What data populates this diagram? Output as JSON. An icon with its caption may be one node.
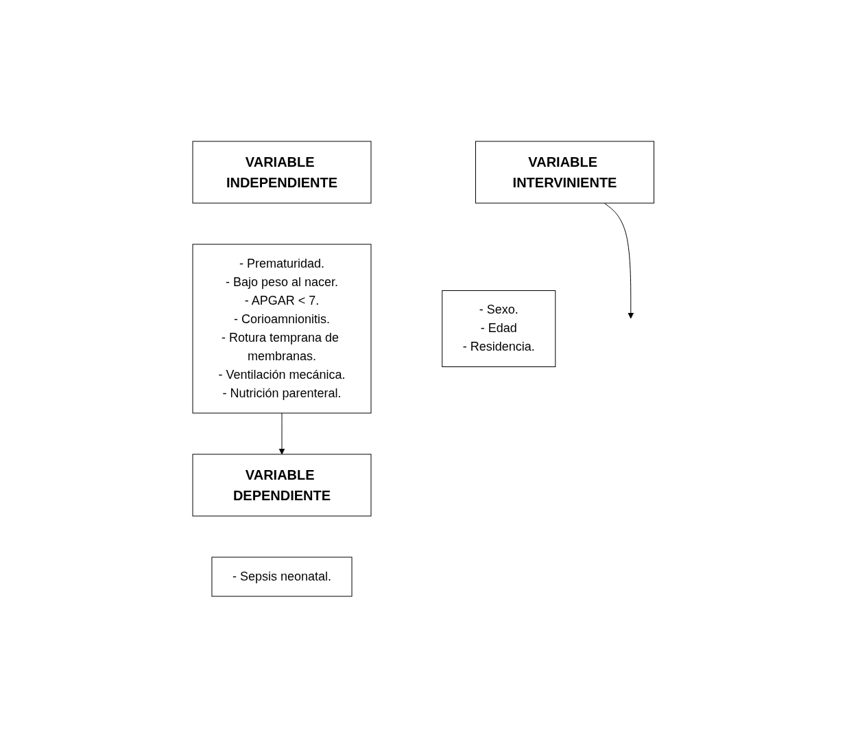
{
  "diagram": {
    "nodes": [
      {
        "text": [
          "VARIABLE INDEPENDIENTE"
        ]
      },
      {
        "text": [
          "- Prematuridad.",
          "- Bajo peso al nacer.",
          "- APGAR < 7.",
          "- Corioamnionitis.",
          "- Rotura temprana de membranas.",
          "- Ventilación mecánica.",
          "- Nutrición parenteral."
        ]
      },
      {
        "text": [
          "VARIABLE INTERVINIENTE"
        ]
      },
      {
        "text": [
          "- Sexo.",
          "- Edad",
          "- Residencia."
        ]
      },
      {
        "text": [
          "VARIABLE DEPENDIENTE"
        ]
      },
      {
        "text": [
          "- Sepsis neonatal."
        ]
      }
    ],
    "edges": [
      {
        "from": 1,
        "to": 4,
        "arrow": "to"
      },
      {
        "from": 2,
        "to": null,
        "arrow": "to"
      }
    ]
  }
}
